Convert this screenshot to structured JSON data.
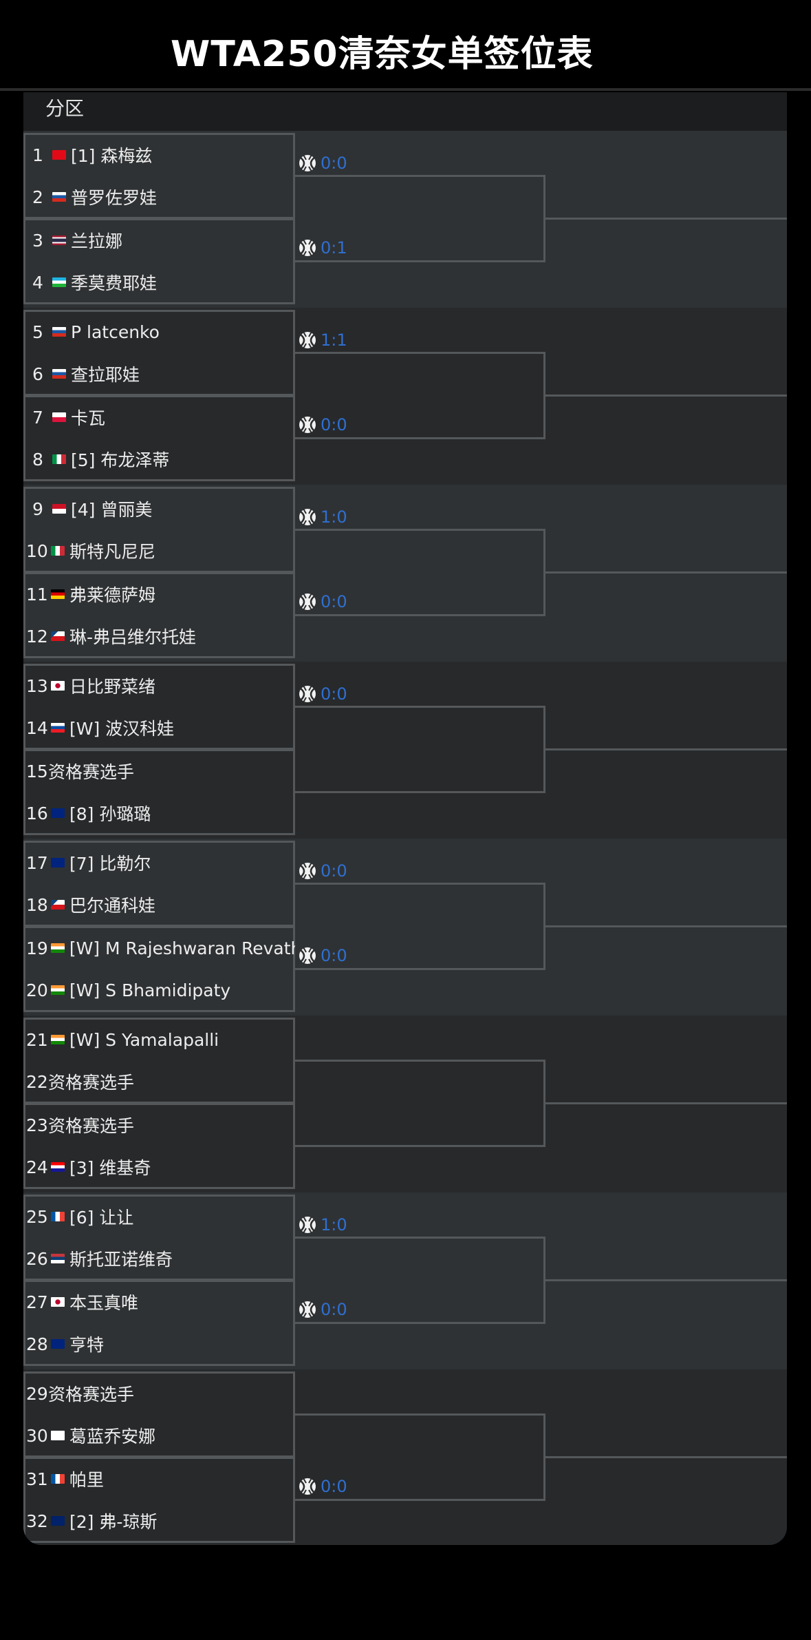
{
  "header": {
    "title": "WTA250清奈女单签位表"
  },
  "panel": {
    "label": "分区"
  },
  "players": [
    {
      "num": "1",
      "name": "[1] 森梅兹",
      "flag": "tr"
    },
    {
      "num": "2",
      "name": "普罗佐罗娃",
      "flag": "ru"
    },
    {
      "num": "3",
      "name": "兰拉娜",
      "flag": "th"
    },
    {
      "num": "4",
      "name": "季莫费耶娃",
      "flag": "uz"
    },
    {
      "num": "5",
      "name": "P latcenko",
      "flag": "ru"
    },
    {
      "num": "6",
      "name": "查拉耶娃",
      "flag": "ru"
    },
    {
      "num": "7",
      "name": "卡瓦",
      "flag": "pl"
    },
    {
      "num": "8",
      "name": "[5] 布龙泽蒂",
      "flag": "it"
    },
    {
      "num": "9",
      "name": "[4] 曾丽美",
      "flag": "id"
    },
    {
      "num": "10",
      "name": "斯特凡尼尼",
      "flag": "it"
    },
    {
      "num": "11",
      "name": "弗莱德萨姆",
      "flag": "de"
    },
    {
      "num": "12",
      "name": "琳-弗吕维尔托娃",
      "flag": "cz"
    },
    {
      "num": "13",
      "name": "日比野菜绪",
      "flag": "jp"
    },
    {
      "num": "14",
      "name": "[W] 波汉科娃",
      "flag": "sk"
    },
    {
      "num": "15",
      "name": "资格赛选手",
      "flag": ""
    },
    {
      "num": "16",
      "name": "[8] 孙璐璐",
      "flag": "nz"
    },
    {
      "num": "17",
      "name": "[7] 比勒尔",
      "flag": "au"
    },
    {
      "num": "18",
      "name": "巴尔通科娃",
      "flag": "cz"
    },
    {
      "num": "19",
      "name": "[W] M Rajeshwaran Revathi",
      "flag": "in"
    },
    {
      "num": "20",
      "name": "[W] S Bhamidipaty",
      "flag": "in"
    },
    {
      "num": "21",
      "name": "[W] S Yamalapalli",
      "flag": "in"
    },
    {
      "num": "22",
      "name": "资格赛选手",
      "flag": ""
    },
    {
      "num": "23",
      "name": "资格赛选手",
      "flag": ""
    },
    {
      "num": "24",
      "name": "[3] 维基奇",
      "flag": "hr"
    },
    {
      "num": "25",
      "name": "[6] 让让",
      "flag": "fr"
    },
    {
      "num": "26",
      "name": "斯托亚诺维奇",
      "flag": "rs"
    },
    {
      "num": "27",
      "name": "本玉真唯",
      "flag": "jp"
    },
    {
      "num": "28",
      "name": "亨特",
      "flag": "au"
    },
    {
      "num": "29",
      "name": "资格赛选手",
      "flag": ""
    },
    {
      "num": "30",
      "name": "葛蓝乔安娜",
      "flag": "cy"
    },
    {
      "num": "31",
      "name": "帕里",
      "flag": "fr"
    },
    {
      "num": "32",
      "name": "[2] 弗-琼斯",
      "flag": "gb"
    }
  ],
  "matches": [
    {
      "score": "0:0",
      "icon": "tennis-ball-icon"
    },
    {
      "score": "0:1",
      "icon": "tennis-ball-icon"
    },
    {
      "score": "1:1",
      "icon": "tennis-ball-icon"
    },
    {
      "score": "0:0",
      "icon": "tennis-ball-icon"
    },
    {
      "score": "1:0",
      "icon": "tennis-ball-icon"
    },
    {
      "score": "0:0",
      "icon": "tennis-ball-icon"
    },
    {
      "score": "0:0",
      "icon": "tennis-ball-icon"
    },
    {
      "score": "",
      "icon": ""
    },
    {
      "score": "0:0",
      "icon": "tennis-ball-icon"
    },
    {
      "score": "0:0",
      "icon": "tennis-ball-icon"
    },
    {
      "score": "",
      "icon": ""
    },
    {
      "score": "",
      "icon": ""
    },
    {
      "score": "1:0",
      "icon": "tennis-ball-icon"
    },
    {
      "score": "0:0",
      "icon": "tennis-ball-icon"
    },
    {
      "score": "",
      "icon": ""
    },
    {
      "score": "0:0",
      "icon": "tennis-ball-icon"
    }
  ],
  "colors": {
    "score": "#2f6fd0",
    "section_light": "#2f3234",
    "section_dark": "#27292b",
    "line": "#55585a"
  }
}
